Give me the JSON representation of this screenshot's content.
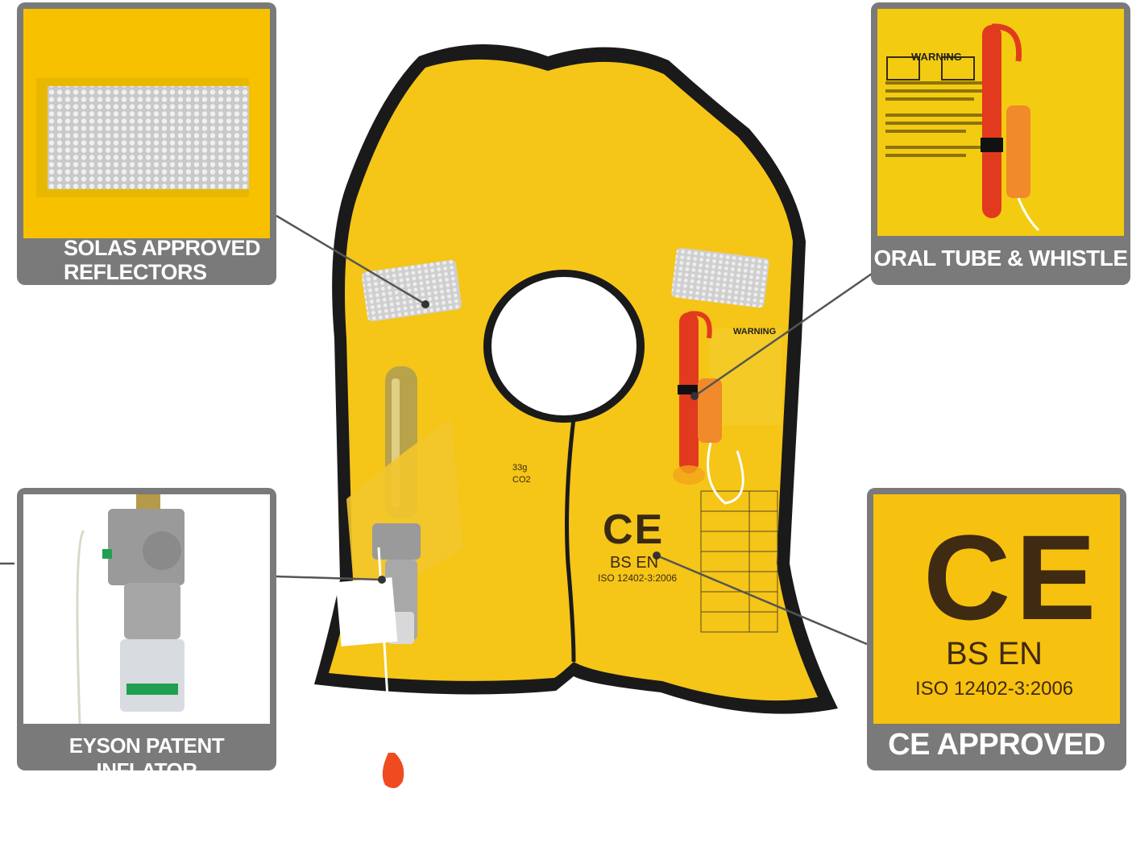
{
  "callouts": {
    "reflectors": {
      "label_line1": "SOLAS APPROVED",
      "label_line2": "REFLECTORS"
    },
    "oral_tube": {
      "label": "ORAL TUBE & WHISTLE",
      "warning_text": "WARNING"
    },
    "inflator": {
      "label": "EYSON PATENT INFLATOR"
    },
    "ce": {
      "label": "CE APPROVED",
      "mark": "CE",
      "standard": "BS EN",
      "iso": "ISO 12402-3:2006"
    }
  },
  "vest": {
    "ce_mark": "CE",
    "standard": "BS EN",
    "iso": "ISO 12402-3:2006",
    "cylinder_size": "33g",
    "cylinder_gas": "CO2",
    "warning_text": "WARNING"
  },
  "colors": {
    "vest_yellow": "#f5c518",
    "trim": "#1a1a1a",
    "panel_grey": "#7a7a7a",
    "tube_red": "#e23a1e",
    "whistle_orange": "#f08a2a"
  }
}
